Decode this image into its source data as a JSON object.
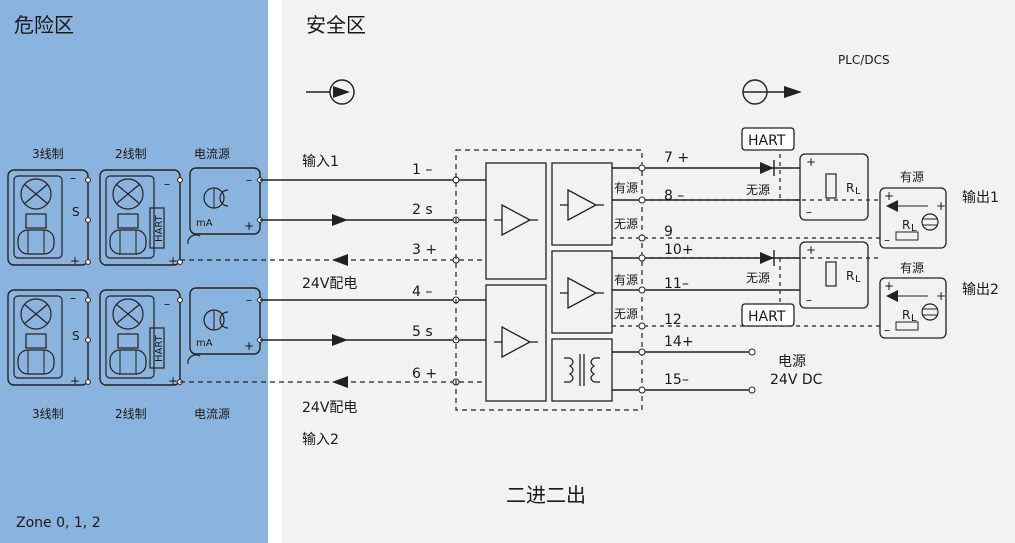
{
  "zones": {
    "hazard_title": "危险区",
    "safe_title": "安全区",
    "zone_label": "Zone  0, 1, 2",
    "plc_label": "PLC/DCS"
  },
  "field": {
    "ch1": {
      "label_3wire": "3线制",
      "label_2wire": "2线制",
      "label_source": "电流源"
    },
    "ch2": {
      "label_3wire": "3线制",
      "label_2wire": "2线制",
      "label_source": "电流源"
    },
    "hart": "HART",
    "ma": "mA",
    "s": "S"
  },
  "inputs": {
    "input1": "输入1",
    "input2": "输入2",
    "power1": "24V配电",
    "power2": "24V配电",
    "terminals": [
      "1 –",
      "2 s",
      "3 +",
      "4 –",
      "5 s",
      "6 +"
    ]
  },
  "outputs": {
    "terminals": [
      "7 +",
      "8 –",
      "9",
      "10+",
      "11–",
      "12",
      "14+",
      "15–"
    ],
    "active": "有源",
    "passive": "无源",
    "output1": "输出1",
    "output2": "输出2",
    "rl": "R",
    "rl_sub": "L",
    "hart": "HART",
    "power_label": "电源",
    "power_value": "24V DC"
  },
  "title": "二进二出"
}
